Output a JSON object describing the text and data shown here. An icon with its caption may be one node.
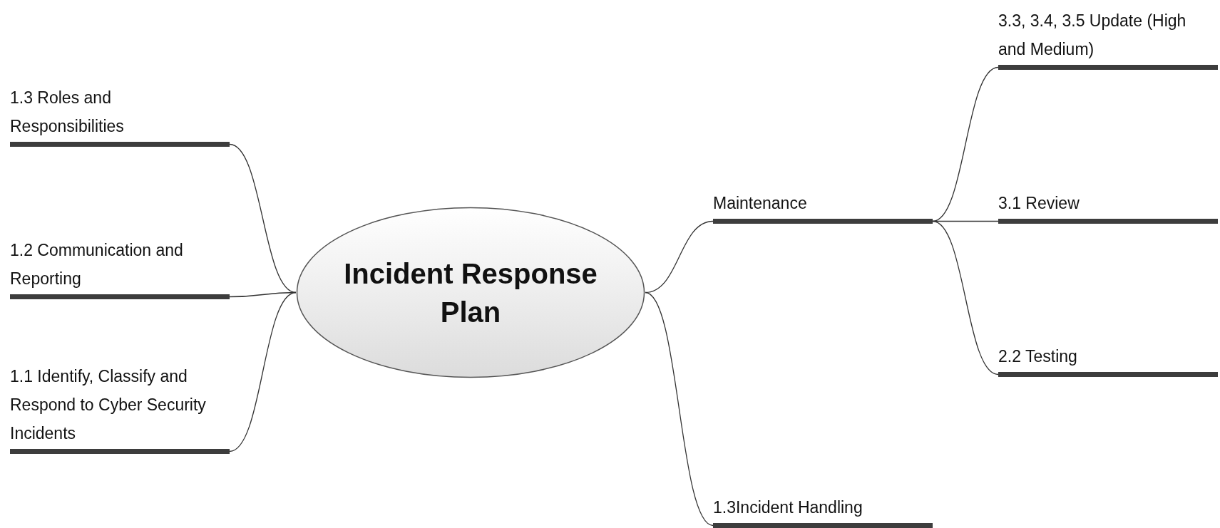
{
  "diagram": {
    "nodes": [
      {
        "text": [
          "Incident Response Plan"
        ]
      },
      {
        "text": [
          "1.3 Roles and Responsibilities"
        ]
      },
      {
        "text": [
          "1.2 Communication and Reporting"
        ]
      },
      {
        "text": [
          "1.1 Identify, Classify and Respond to Cyber Security Incidents"
        ]
      },
      {
        "text": [
          "Maintenance"
        ]
      },
      {
        "text": [
          "1.3Incident Handling"
        ]
      },
      {
        "text": [
          "3.3, 3.4, 3.5 Update (High and Medium)"
        ]
      },
      {
        "text": [
          "3.1 Review"
        ]
      },
      {
        "text": [
          "2.2 Testing"
        ]
      }
    ],
    "edges": [
      {
        "from": 0,
        "to": 1,
        "arrow": "none"
      },
      {
        "from": 0,
        "to": 2,
        "arrow": "none"
      },
      {
        "from": 0,
        "to": 3,
        "arrow": "none"
      },
      {
        "from": 0,
        "to": 4,
        "arrow": "none"
      },
      {
        "from": 0,
        "to": 5,
        "arrow": "none"
      },
      {
        "from": 4,
        "to": 6,
        "arrow": "none"
      },
      {
        "from": 4,
        "to": 7,
        "arrow": "none"
      },
      {
        "from": 4,
        "to": 8,
        "arrow": "none"
      }
    ]
  }
}
